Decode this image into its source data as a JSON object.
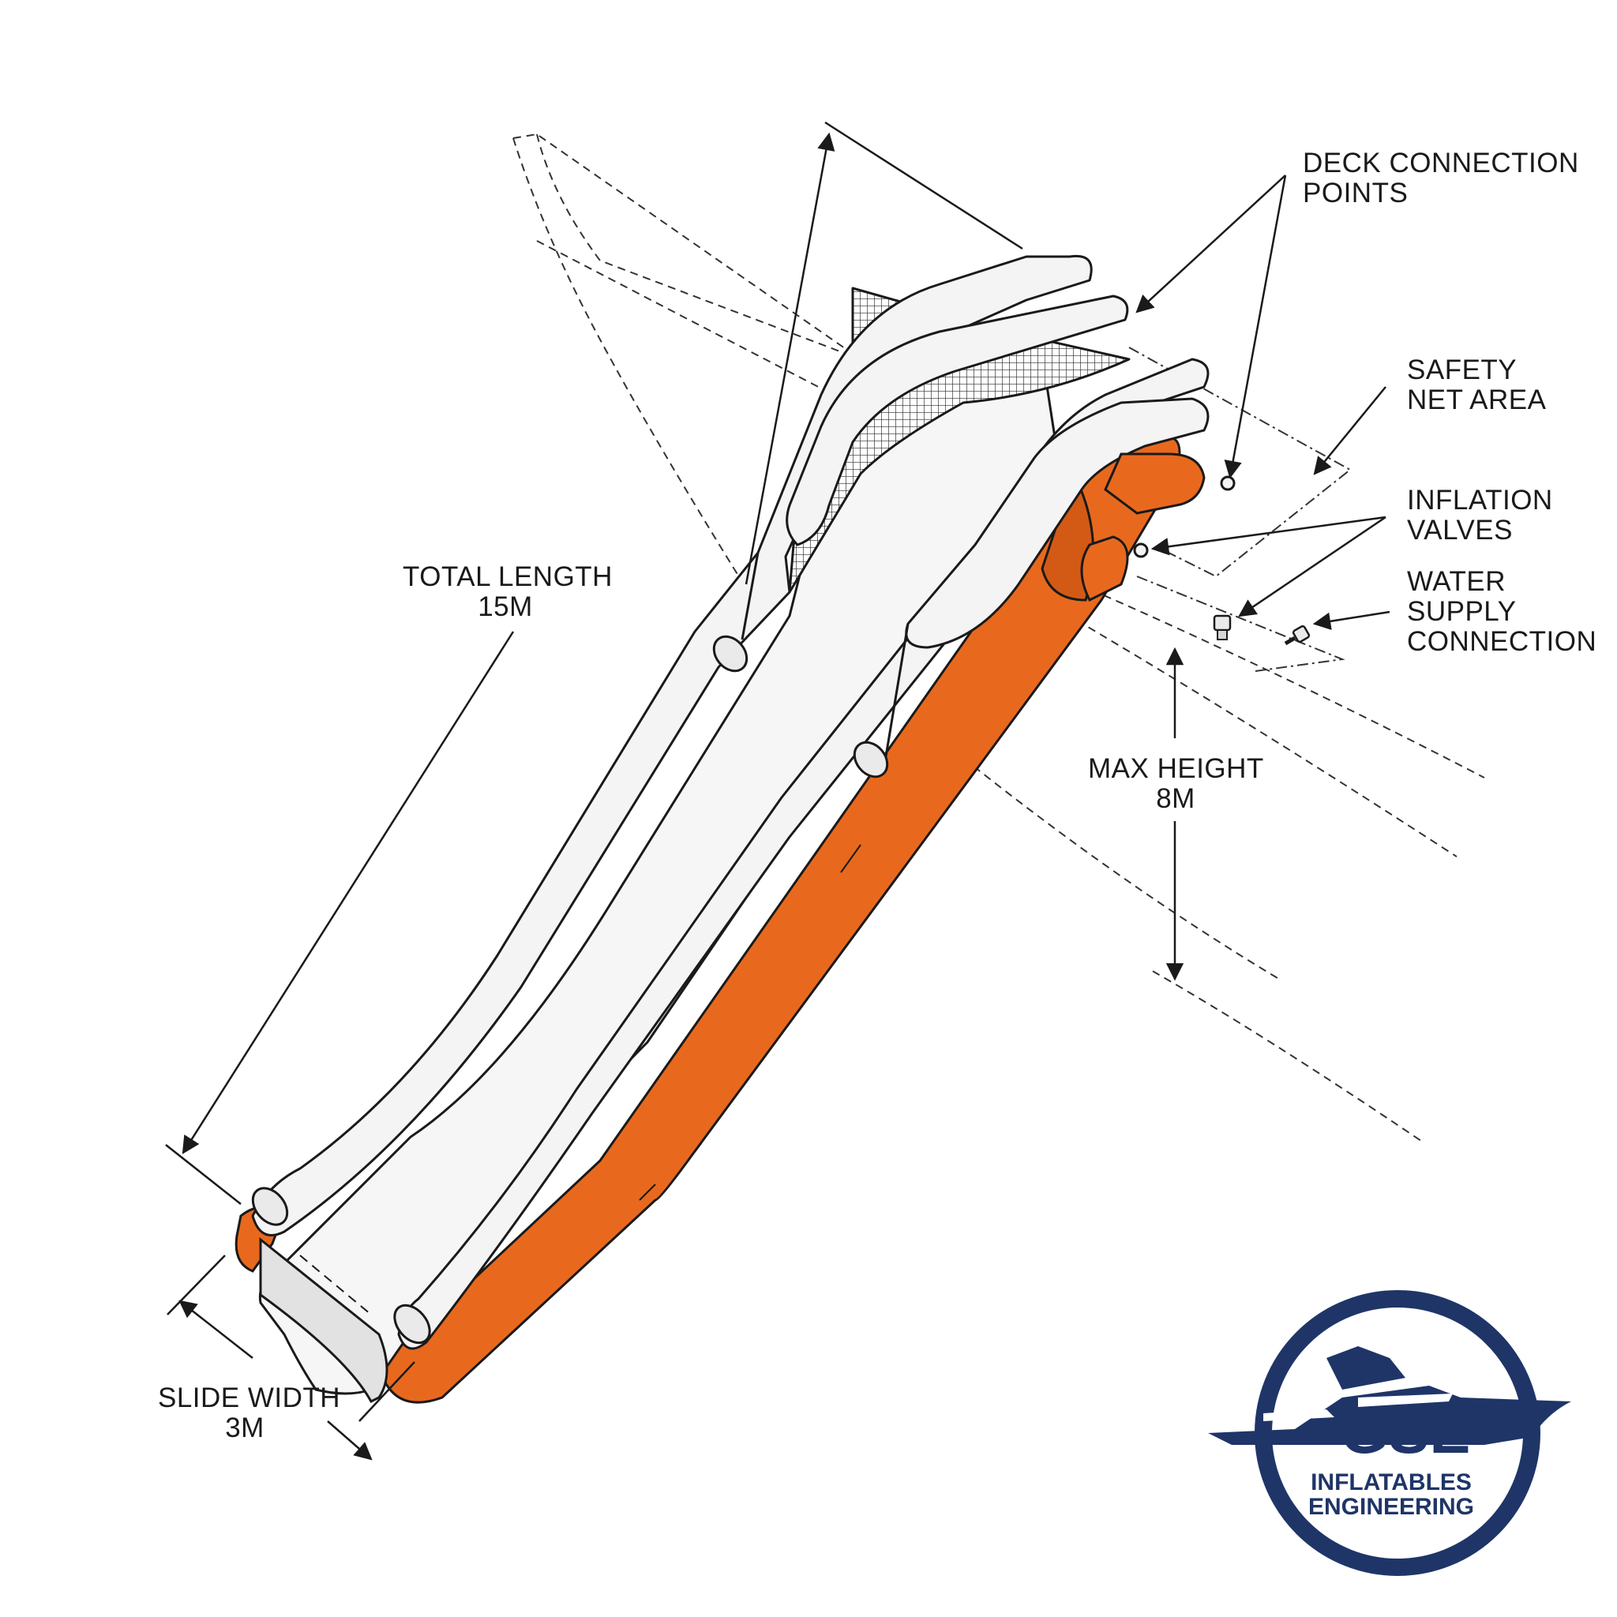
{
  "labels": {
    "total_length": {
      "line1": "TOTAL LENGTH",
      "line2": "15M"
    },
    "slide_width": {
      "line1": "SLIDE WIDTH",
      "line2": "3M"
    },
    "max_height": {
      "line1": "MAX HEIGHT",
      "line2": "8M"
    },
    "deck_connection": {
      "line1": "DECK CONNECTION",
      "line2": "POINTS"
    },
    "safety_net": {
      "line1": "SAFETY",
      "line2": "NET AREA"
    },
    "inflation_valves": {
      "line1": "INFLATION",
      "line2": "VALVES"
    },
    "water_supply": {
      "line1": "WATER",
      "line2": "SUPPLY",
      "line3": "CONNECTION"
    }
  },
  "logo": {
    "brand": "GSE",
    "line1": "INFLATABLES",
    "line2": "ENGINEERING",
    "icon": "yacht-icon"
  },
  "colors": {
    "orange": "#e8691e",
    "navy": "#1f3568",
    "outline": "#1a1a1a",
    "tube_white": "#f4f4f4"
  }
}
